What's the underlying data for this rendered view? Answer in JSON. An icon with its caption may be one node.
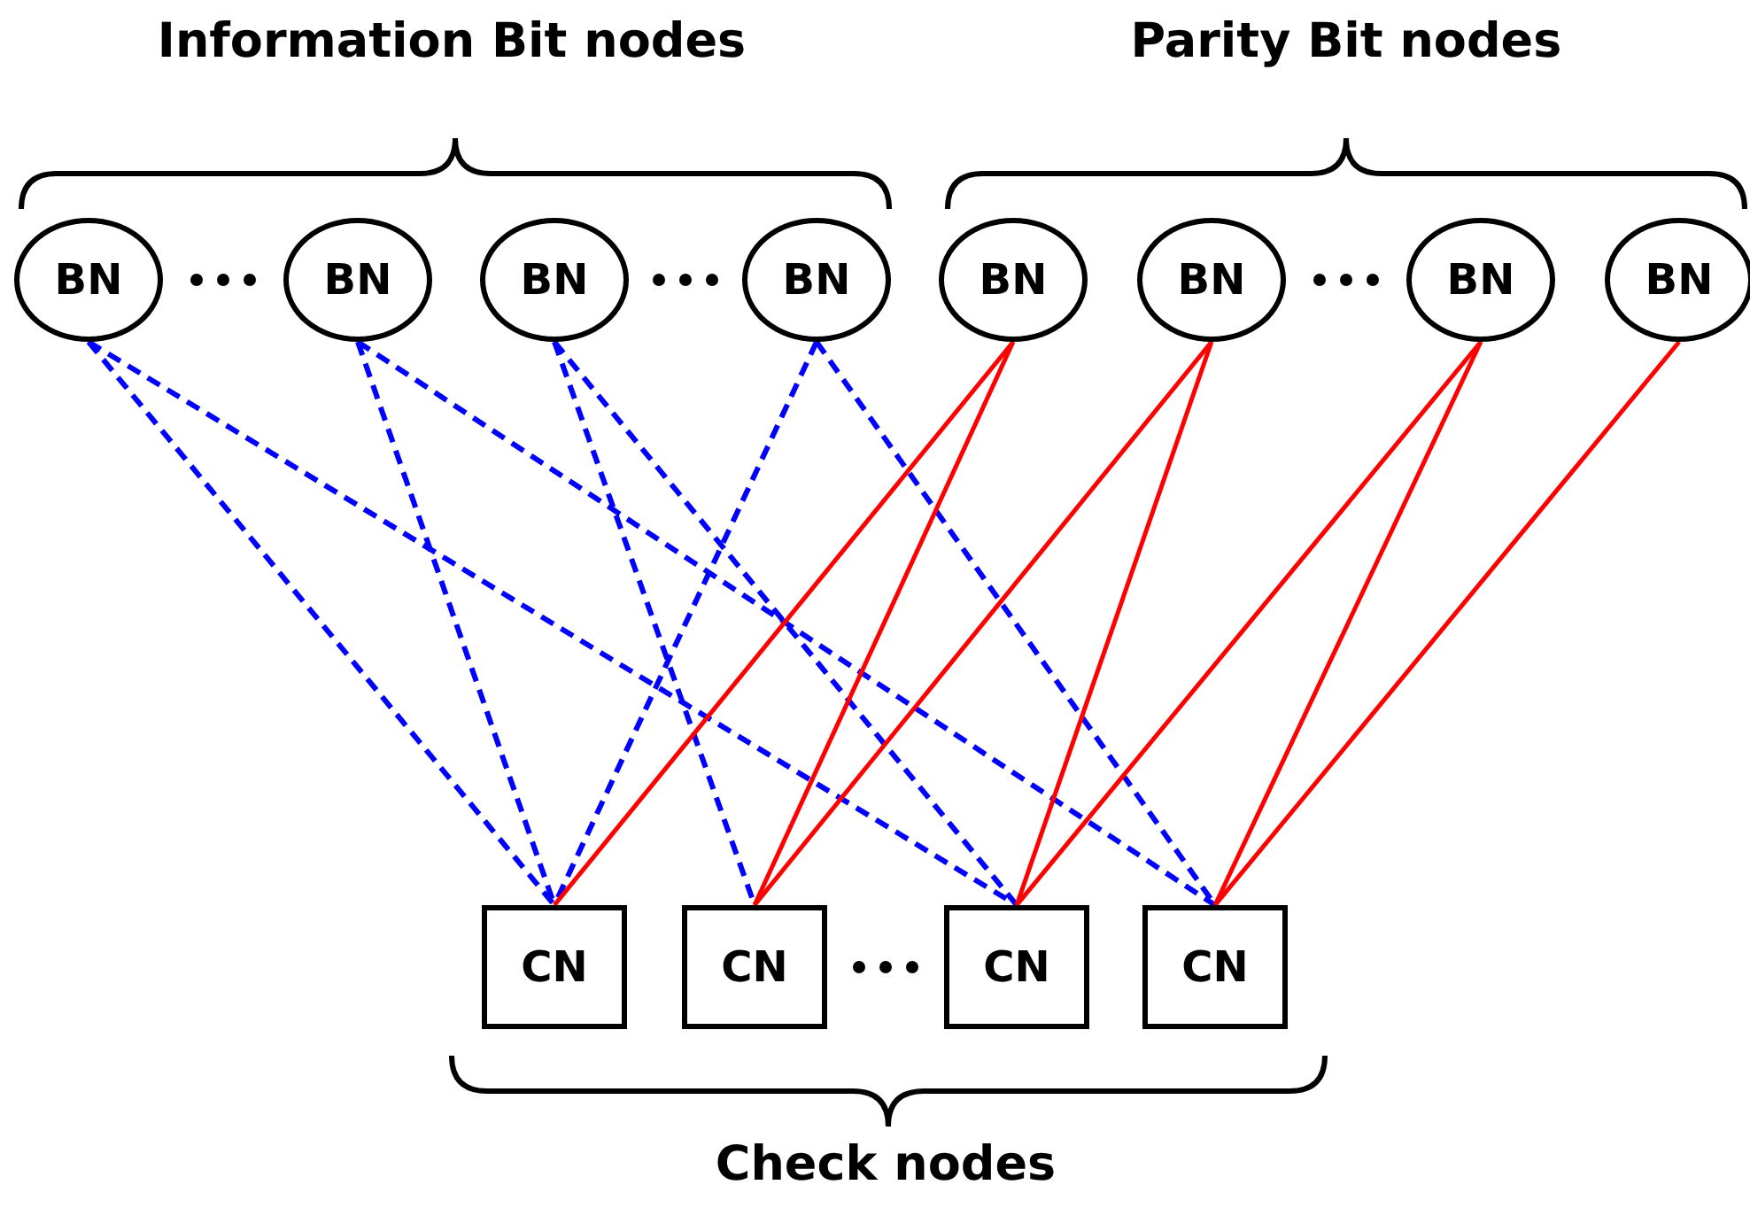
{
  "diagram": {
    "nodes": [
      {
        "text": [
          "BN"
        ]
      },
      {
        "text": [
          "BN"
        ]
      },
      {
        "text": [
          "BN"
        ]
      },
      {
        "text": [
          "BN"
        ]
      },
      {
        "text": [
          "BN"
        ]
      },
      {
        "text": [
          "BN"
        ]
      },
      {
        "text": [
          "BN"
        ]
      },
      {
        "text": [
          "BN"
        ]
      },
      {
        "text": [
          "CN"
        ]
      },
      {
        "text": [
          "CN"
        ]
      },
      {
        "text": [
          "CN"
        ]
      },
      {
        "text": [
          "CN"
        ]
      }
    ],
    "edges": [
      {
        "from": 0,
        "to": 8,
        "arrow": "none",
        "style": "dashed"
      },
      {
        "from": 0,
        "to": 10,
        "arrow": "none",
        "style": "dashed"
      },
      {
        "from": 1,
        "to": 8,
        "arrow": "none",
        "style": "dashed"
      },
      {
        "from": 1,
        "to": 11,
        "arrow": "none",
        "style": "dashed"
      },
      {
        "from": 2,
        "to": 9,
        "arrow": "none",
        "style": "dashed"
      },
      {
        "from": 2,
        "to": 10,
        "arrow": "none",
        "style": "dashed"
      },
      {
        "from": 3,
        "to": 8,
        "arrow": "none",
        "style": "dashed"
      },
      {
        "from": 3,
        "to": 11,
        "arrow": "none",
        "style": "dashed"
      },
      {
        "from": 4,
        "to": 8,
        "arrow": "none",
        "color": "#ff0000"
      },
      {
        "from": 4,
        "to": 9,
        "arrow": "none",
        "color": "#ff0000"
      },
      {
        "from": 5,
        "to": 9,
        "arrow": "none",
        "color": "#ff0000"
      },
      {
        "from": 5,
        "to": 10,
        "arrow": "none",
        "color": "#ff0000"
      },
      {
        "from": 6,
        "to": 10,
        "arrow": "none",
        "color": "#ff0000"
      },
      {
        "from": 6,
        "to": 11,
        "arrow": "none",
        "color": "#ff0000"
      },
      {
        "from": 7,
        "to": 11,
        "arrow": "none",
        "color": "#ff0000"
      }
    ],
    "labels": [
      "Information Bit nodes",
      "Parity Bit nodes",
      "Check nodes"
    ]
  }
}
